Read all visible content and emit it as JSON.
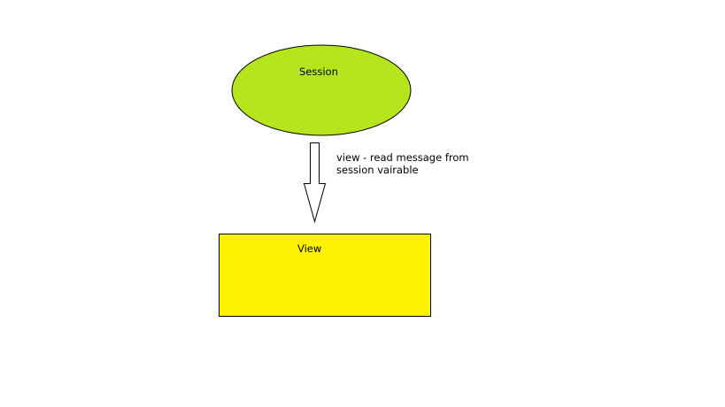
{
  "nodes": {
    "session": {
      "label": "Session",
      "shape": "ellipse",
      "fill": "#b5e61d"
    },
    "view": {
      "label": "View",
      "shape": "rectangle",
      "fill": "#fff200"
    }
  },
  "edges": [
    {
      "from": "session",
      "to": "view",
      "direction": "down",
      "label_line1": "view - read message from",
      "label_line2": "session vairable"
    }
  ],
  "colors": {
    "stroke": "#000000",
    "background": "#ffffff",
    "arrow_fill": "#ffffff"
  }
}
